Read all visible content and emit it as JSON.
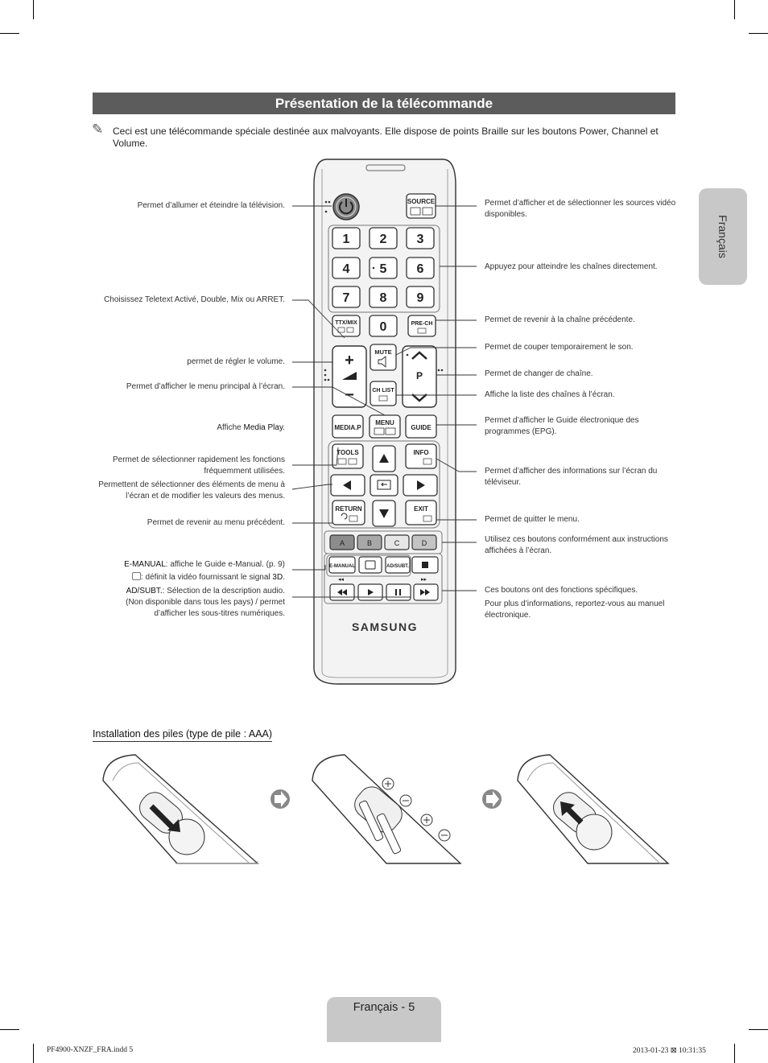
{
  "title": "Présentation de la télécommande",
  "intro": "Ceci est une télécommande spéciale destinée aux malvoyants. Elle dispose de points Braille sur les boutons Power, Channel et Volume.",
  "language_tab": "Français",
  "left_labels": {
    "power": "Permet d’allumer et éteindre la télévision.",
    "ttx": "Choisissez Teletext Activé, Double, Mix ou ARRET.",
    "volume": "permet de régler le volume.",
    "menu": "Permet d’afficher le menu principal à l’écran.",
    "media_prefix": "Affiche ",
    "media_strong": "Media Play",
    "media_suffix": ".",
    "tools": "Permet de sélectionner rapidement les fonctions fréquemment utilisées.",
    "arrows": "Permettent de sélectionner des éléments de menu à l’écran et de modifier les valeurs des menus.",
    "return": "Permet de revenir au menu précédent.",
    "emanual_strong": "E-MANUAL",
    "emanual_text": ": affiche le Guide e-Manual. (p. 9)",
    "threed_text": ": définit la vidéo fournissant le signal ",
    "threed_strong": "3D",
    "threed_suffix": ".",
    "adsubt_strong": "AD/SUBT.",
    "adsubt_text": ": Sélection de la description audio. (Non disponible dans tous les pays) / permet d’afficher les sous-titres numériques."
  },
  "right_labels": {
    "source": "Permet d’afficher et de sélectionner les sources vidéo disponibles.",
    "numbers": "Appuyez pour atteindre les chaînes directement.",
    "prech": "Permet de revenir à la chaîne précédente.",
    "mute": "Permet de couper temporairement le son.",
    "channel": "Permet de changer de chaîne.",
    "chlist": "Affiche la liste des chaînes à l’écran.",
    "guide": "Permet d’afficher le Guide électronique des programmes (EPG).",
    "info": "Permet d’afficher des informations sur l’écran du téléviseur.",
    "exit": "Permet de quitter le menu.",
    "color": "Utilisez ces boutons conformément aux instructions affichées à l’écran.",
    "playback1": "Ces boutons ont des fonctions spécifiques.",
    "playback2": "Pour plus d’informations, reportez-vous au manuel électronique."
  },
  "remote": {
    "source": "SOURCE",
    "digits": [
      "1",
      "2",
      "3",
      "4",
      "5",
      "6",
      "7",
      "8",
      "9",
      "0"
    ],
    "ttx": "TTX/MIX",
    "prech": "PRE-CH",
    "mute": "MUTE",
    "p": "P",
    "chlist": "CH LIST",
    "menu": "MENU",
    "media": "MEDIA.P",
    "guide": "GUIDE",
    "tools": "TOOLS",
    "info": "INFO",
    "return": "RETURN",
    "exit": "EXIT",
    "colors": [
      "A",
      "B",
      "C",
      "D"
    ],
    "color_hex": [
      "#8c8c8c",
      "#a8a8a8",
      "#e6e6e6",
      "#c4c4c4"
    ],
    "emanual": "E-MANUAL",
    "adsubt": "AD/SUBT.",
    "brand": "SAMSUNG"
  },
  "battery_title": "Installation des piles (type de pile : AAA)",
  "page_label": "Français - 5",
  "footer_left": "PF4900-XNZF_FRA.indd   5",
  "footer_right": "2013-01-23   \u0000 10:31:35"
}
